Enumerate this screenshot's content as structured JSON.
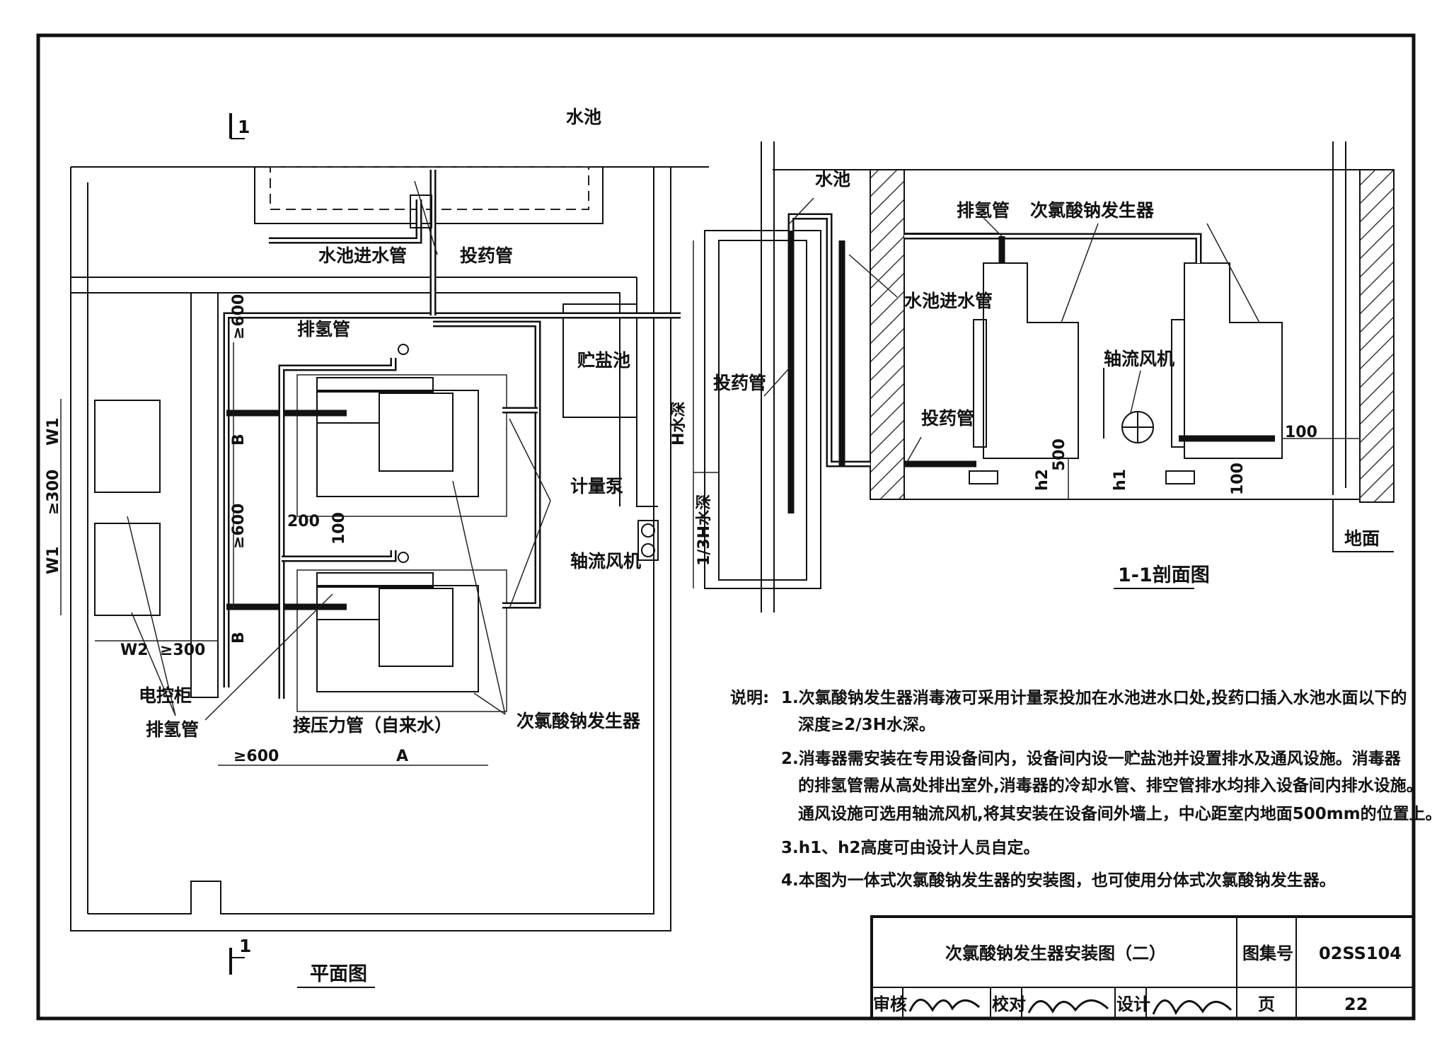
{
  "plan": {
    "title": "平面图",
    "section_mark": "1",
    "labels": {
      "pool": "水池",
      "pool_inlet": "水池进水管",
      "dosing_pipe": "投药管",
      "hydrogen_pipe": "排氢管",
      "brine_pool": "贮盐池",
      "metering_pump": "计量泵",
      "axial_fan": "轴流风机",
      "control_cabinet": "电控柜",
      "hydrogen_pipe_2": "排氢管",
      "pressure_pipe": "接压力管（自来水）",
      "generator": "次氯酸钠发生器"
    },
    "dims": {
      "min600_a": "≥600",
      "min600_b": "≥600",
      "min600_c": "≥600",
      "b1": "B",
      "b2": "B",
      "d200": "200",
      "d100": "100",
      "min300_a": "≥300",
      "min300_b": "≥300",
      "w1_a": "W1",
      "w1_b": "W1",
      "w2": "W2",
      "a": "A"
    }
  },
  "section": {
    "title": "1-1剖面图",
    "labels": {
      "pool": "水池",
      "hydrogen_pipe": "排氢管",
      "generator": "次氯酸钠发生器",
      "pool_inlet": "水池进水管",
      "dosing_pipe_a": "投药管",
      "dosing_pipe_b": "投药管",
      "axial_fan": "轴流风机",
      "ground": "地面"
    },
    "dims": {
      "h_depth": "H水深",
      "third_depth": "1/3H水深",
      "d100_a": "100",
      "d100_b": "100",
      "d500": "500",
      "h1": "h1",
      "h2": "h2"
    }
  },
  "notes": {
    "heading": "说明:",
    "items": [
      "1.次氯酸钠发生器消毒液可采用计量泵投加在水池进水口处,投药口插入水池水面以下的",
      "深度≥2/3H水深。",
      "2.消毒器需安装在专用设备间内，设备间内设一贮盐池并设置排水及通风设施。消毒器",
      "的排氢管需从高处排出室外,消毒器的冷却水管、排空管排水均排入设备间内排水设施。",
      "通风设施可选用轴流风机,将其安装在设备间外墙上，中心距室内地面500mm的位置上。",
      "3.h1、h2高度可由设计人员自定。",
      "4.本图为一体式次氯酸钠发生器的安装图，也可使用分体式次氯酸钠发生器。"
    ]
  },
  "title_block": {
    "drawing_title": "次氯酸钠发生器安装图（二）",
    "atlas_label": "图集号",
    "atlas_no": "02SS104",
    "review": "审核",
    "check": "校对",
    "design": "设计",
    "page_label": "页",
    "page_no": "22"
  }
}
